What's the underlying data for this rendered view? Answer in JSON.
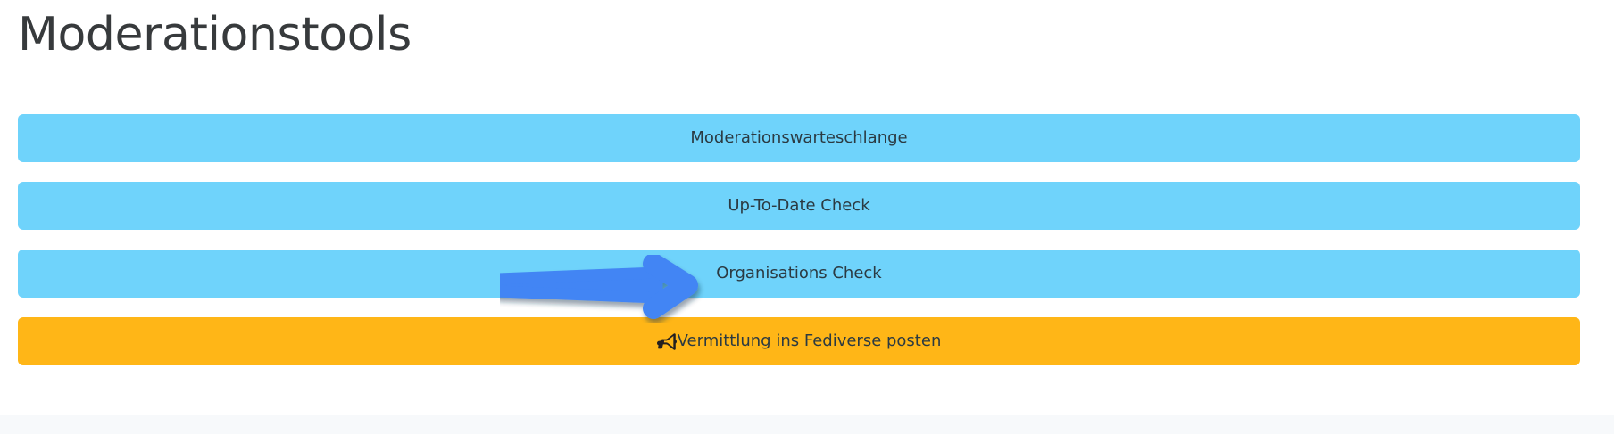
{
  "page": {
    "title": "Moderationstools",
    "background_color": "#ffffff",
    "bottom_strip_color": "#f7f9fb"
  },
  "colors": {
    "blue_button": "#6fd3fb",
    "orange_button": "#ffb617",
    "button_text": "#2b3a42",
    "title_text": "#373a3c",
    "annotation_arrow": "#4285f4"
  },
  "buttons": [
    {
      "label": "Moderationswarteschlange",
      "variant": "blue",
      "icon": null,
      "name": "moderation-queue-button"
    },
    {
      "label": "Up-To-Date Check",
      "variant": "blue",
      "icon": null,
      "name": "up-to-date-check-button"
    },
    {
      "label": "Organisations Check",
      "variant": "blue",
      "icon": null,
      "name": "organisations-check-button"
    },
    {
      "label": "Vermittlung ins Fediverse posten",
      "variant": "orange",
      "icon": "bullhorn-icon",
      "name": "post-to-fediverse-button"
    }
  ],
  "annotation": {
    "type": "arrow",
    "direction": "right",
    "color": "#4285f4",
    "points_at": "Organisations Check"
  }
}
